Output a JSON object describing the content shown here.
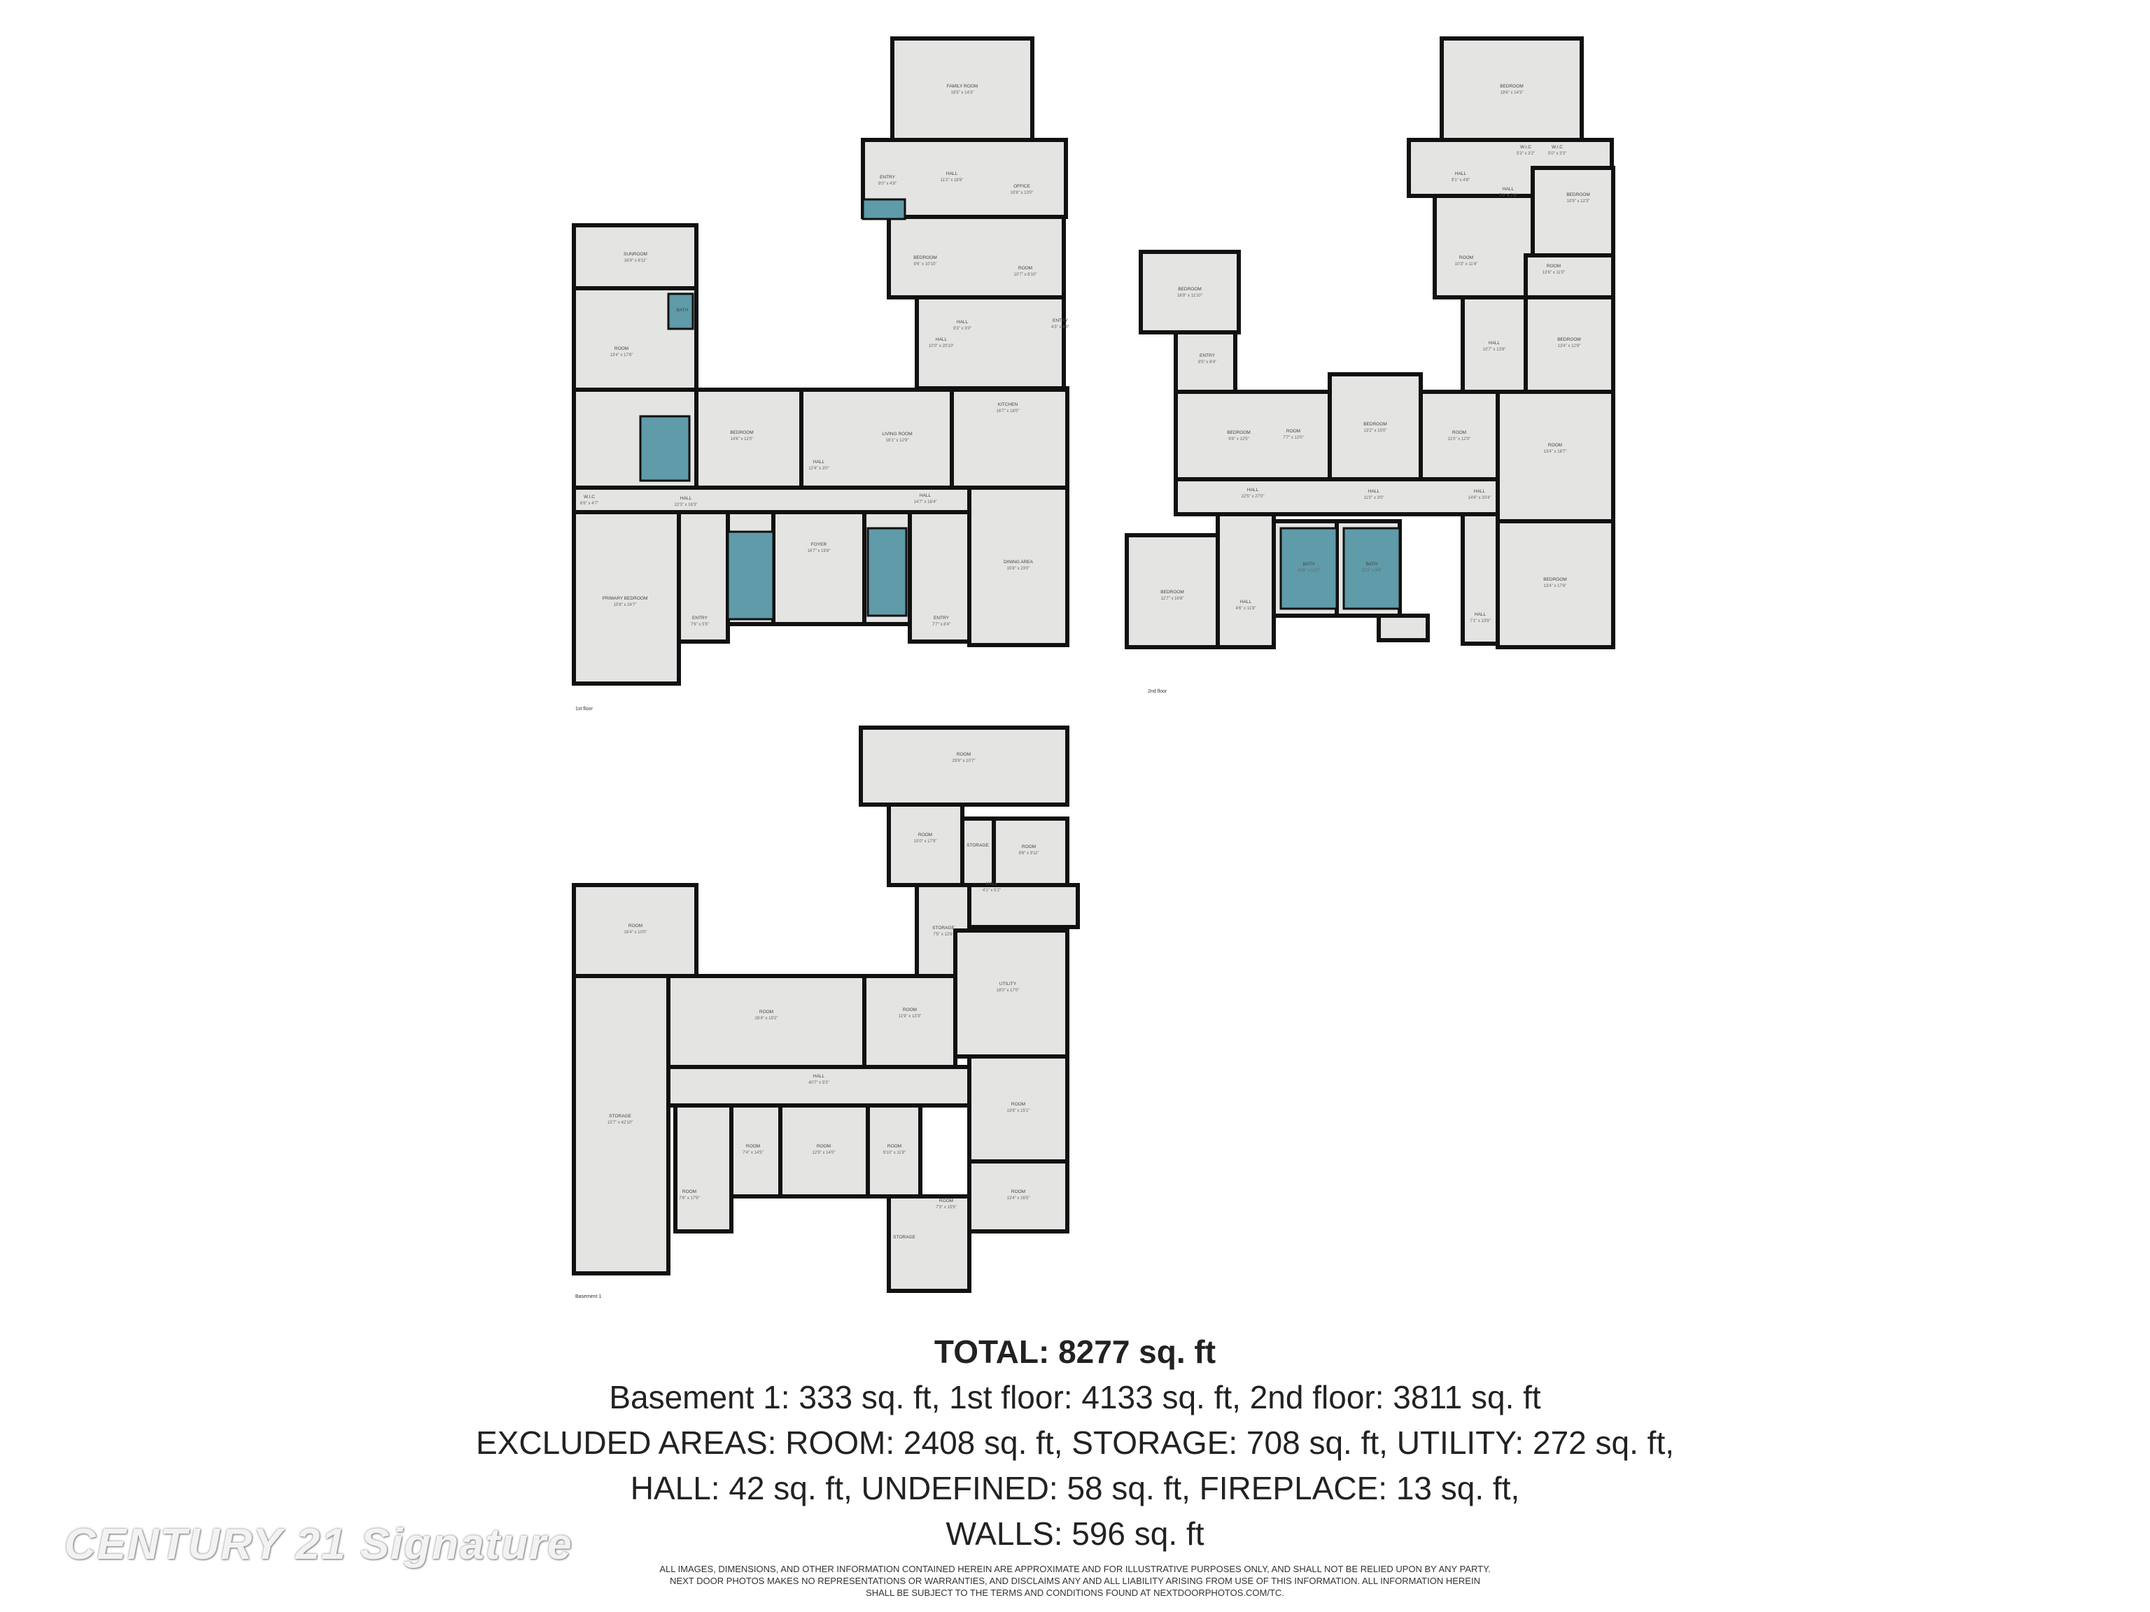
{
  "floors": {
    "first": {
      "label": "1st floor",
      "rooms": [
        {
          "name": "FAMILY ROOM",
          "dim": "19'5\" x 14'3\""
        },
        {
          "name": "ENTRY",
          "dim": "8'0\" x 4'8\""
        },
        {
          "name": "HALL",
          "dim": "11'2\" x 18'8\""
        },
        {
          "name": "OFFICE",
          "dim": "10'8\" x 13'0\""
        },
        {
          "name": "BEDROOM",
          "dim": "9'6\" x 10'10\""
        },
        {
          "name": "ROOM",
          "dim": "10'7\" x 8'10\""
        },
        {
          "name": "SUNROOM",
          "dim": "16'9\" x 8'11\""
        },
        {
          "name": "ROOM",
          "dim": "13'4\" x 17'6\""
        },
        {
          "name": "BATH",
          "dim": ""
        },
        {
          "name": "HALL",
          "dim": "10'0\" x 20'10\""
        },
        {
          "name": "HALL",
          "dim": "9'3\" x 3'0\""
        },
        {
          "name": "ENTRY",
          "dim": "4'3\" x 8'0\""
        },
        {
          "name": "BEDROOM",
          "dim": "14'6\" x 12'0\""
        },
        {
          "name": "LIVING ROOM",
          "dim": "16'1\" x 12'9\""
        },
        {
          "name": "KITCHEN",
          "dim": "16'7\" x 18'0\""
        },
        {
          "name": "HALL",
          "dim": "12'4\" x 3'0\""
        },
        {
          "name": "W.I.C",
          "dim": "6'6\" x 4'7\""
        },
        {
          "name": "HALL",
          "dim": "22'3\" x 16'3\""
        },
        {
          "name": "HALL",
          "dim": "14'7\" x 16'4\""
        },
        {
          "name": "PRIMARY BEDROOM",
          "dim": "15'8\" x 24'7\""
        },
        {
          "name": "ENTRY",
          "dim": "7'6\" x 5'5\""
        },
        {
          "name": "FOYER",
          "dim": "16'7\" x 19'8\""
        },
        {
          "name": "DINING AREA",
          "dim": "15'8\" x 23'0\""
        },
        {
          "name": "ENTRY",
          "dim": "7'7\" x 8'4\""
        }
      ]
    },
    "second": {
      "label": "2nd floor",
      "rooms": [
        {
          "name": "BEDROOM",
          "dim": "19'6\" x 14'3\""
        },
        {
          "name": "W.I.C",
          "dim": "5'3\" x 3'2\""
        },
        {
          "name": "W.I.C",
          "dim": "5'0\" x 3'3\""
        },
        {
          "name": "HALL",
          "dim": "9'1\" x 4'8\""
        },
        {
          "name": "HALL",
          "dim": "7'0\" x 7'0\""
        },
        {
          "name": "BEDROOM",
          "dim": "10'9\" x 12'3\""
        },
        {
          "name": "ROOM",
          "dim": "10'3\" x 11'4\""
        },
        {
          "name": "ROOM",
          "dim": "13'6\" x 11'0\""
        },
        {
          "name": "BEDROOM",
          "dim": "16'9\" x 11'10\""
        },
        {
          "name": "ENTRY",
          "dim": "8'5\" x 8'4\""
        },
        {
          "name": "HALL",
          "dim": "10'7\" x 13'8\""
        },
        {
          "name": "BEDROOM",
          "dim": "13'4\" x 12'8\""
        },
        {
          "name": "BEDROOM",
          "dim": "9'8\" x 12'5\""
        },
        {
          "name": "ROOM",
          "dim": "7'7\" x 12'0\""
        },
        {
          "name": "BEDROOM",
          "dim": "13'2\" x 15'0\""
        },
        {
          "name": "ROOM",
          "dim": "11'0\" x 12'0\""
        },
        {
          "name": "ROOM",
          "dim": "13'4\" x 18'7\""
        },
        {
          "name": "HALL",
          "dim": "22'5\" x 27'0\""
        },
        {
          "name": "HALL",
          "dim": "11'0\" x 3'0\""
        },
        {
          "name": "HALL",
          "dim": "14'8\" x 20'4\""
        },
        {
          "name": "BEDROOM",
          "dim": "12'7\" x 16'8\""
        },
        {
          "name": "BATH",
          "dim": "10'8\" x 12'0\""
        },
        {
          "name": "BATH",
          "dim": "12'2\" x 9'4\""
        },
        {
          "name": "HALL",
          "dim": "4'6\" x 11'8\""
        },
        {
          "name": "HALL",
          "dim": "7'1\" x 13'9\""
        },
        {
          "name": "BEDROOM",
          "dim": "13'4\" x 17'6\""
        }
      ]
    },
    "basement": {
      "label": "Basement 1",
      "rooms": [
        {
          "name": "ROOM",
          "dim": "29'8\" x 10'7\""
        },
        {
          "name": "ROOM",
          "dim": "10'0\" x 17'9\""
        },
        {
          "name": "STORAGE",
          "dim": ""
        },
        {
          "name": "ROOM",
          "dim": "9'6\" x 9'11\""
        },
        {
          "name": "HALL",
          "dim": "4'1\" x 5'2\""
        },
        {
          "name": "STORAGE",
          "dim": "7'5\" x 12'8\""
        },
        {
          "name": "ROOM",
          "dim": "16'4\" x 10'0\""
        },
        {
          "name": "ROOM",
          "dim": "26'4\" x 19'2\""
        },
        {
          "name": "ROOM",
          "dim": "11'9\" x 13'3\""
        },
        {
          "name": "UTILITY",
          "dim": "18'0\" x 17'0\""
        },
        {
          "name": "HALL",
          "dim": "40'7\" x 5'3\""
        },
        {
          "name": "STORAGE",
          "dim": "15'7\" x 42'10\""
        },
        {
          "name": "ROOM",
          "dim": "7'4\" x 14'5\""
        },
        {
          "name": "ROOM",
          "dim": "12'9\" x 14'0\""
        },
        {
          "name": "ROOM",
          "dim": "9'10\" x 11'8\""
        },
        {
          "name": "ROOM",
          "dim": "13'6\" x 15'1\""
        },
        {
          "name": "ROOM",
          "dim": "7'6\" x 17'9\""
        },
        {
          "name": "ROOM",
          "dim": "7'3\" x 15'9\""
        },
        {
          "name": "ROOM",
          "dim": "13'4\" x 16'5\""
        },
        {
          "name": "STORAGE",
          "dim": ""
        }
      ]
    }
  },
  "summary": {
    "total": "TOTAL: 8277 sq. ft",
    "floors_line": "Basement 1: 333 sq. ft, 1st floor: 4133 sq. ft, 2nd floor: 3811 sq. ft",
    "excluded_line1": "EXCLUDED AREAS: ROOM: 2408 sq. ft, STORAGE: 708 sq. ft, UTILITY: 272 sq. ft,",
    "excluded_line2": "HALL: 42 sq. ft, UNDEFINED: 58 sq. ft, FIREPLACE: 13 sq. ft,",
    "excluded_line3": "WALLS: 596 sq. ft"
  },
  "disclaimer": {
    "line1": "ALL IMAGES, DIMENSIONS, AND OTHER INFORMATION CONTAINED HEREIN ARE APPROXIMATE AND FOR ILLUSTRATIVE PURPOSES ONLY, AND SHALL NOT BE RELIED UPON BY ANY PARTY.",
    "line2": "NEXT DOOR PHOTOS MAKES NO REPRESENTATIONS OR WARRANTIES, AND DISCLAIMS ANY AND ALL LIABILITY ARISING FROM USE OF THIS INFORMATION. ALL INFORMATION HEREIN",
    "line3": "SHALL BE SUBJECT TO THE TERMS AND CONDITIONS FOUND AT NEXTDOORPHOTOS.COM/TC."
  },
  "watermark": "CENTURY 21 Signature",
  "colors": {
    "room_fill": "#e4e4e2",
    "bath_fill": "#5f9ba8",
    "wall": "#111111"
  }
}
